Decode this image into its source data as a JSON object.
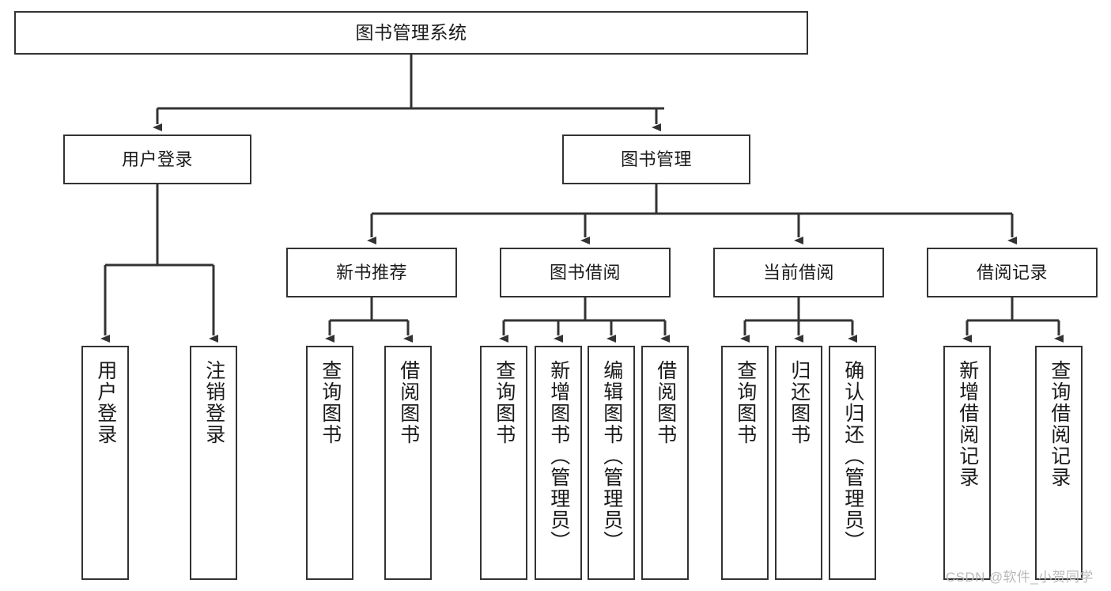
{
  "diagram": {
    "title": "图书管理系统",
    "type": "tree-hierarchy",
    "root": {
      "label": "图书管理系统"
    },
    "level2": [
      {
        "label": "用户登录"
      },
      {
        "label": "图书管理"
      }
    ],
    "level3": [
      {
        "label": "新书推荐"
      },
      {
        "label": "图书借阅"
      },
      {
        "label": "当前借阅"
      },
      {
        "label": "借阅记录"
      }
    ],
    "leaves": {
      "user_login": [
        {
          "label": "用户登录"
        },
        {
          "label": "注销登录"
        }
      ],
      "new_book_recommend": [
        {
          "label": "查询图书"
        },
        {
          "label": "借阅图书"
        }
      ],
      "book_borrow": [
        {
          "label": "查询图书"
        },
        {
          "label": "新增图书（管理员）"
        },
        {
          "label": "编辑图书（管理员）"
        },
        {
          "label": "借阅图书"
        }
      ],
      "current_borrow": [
        {
          "label": "查询图书"
        },
        {
          "label": "归还图书"
        },
        {
          "label": "确认归还（管理员）"
        }
      ],
      "borrow_records": [
        {
          "label": "新增借阅记录"
        },
        {
          "label": "查询借阅记录"
        }
      ]
    }
  },
  "watermark": {
    "text": "CSDN @软件_小贺同学"
  },
  "colors": {
    "border": "#333333",
    "background": "#ffffff",
    "text": "#1a1a1a",
    "watermark": "#b9b9b9"
  }
}
